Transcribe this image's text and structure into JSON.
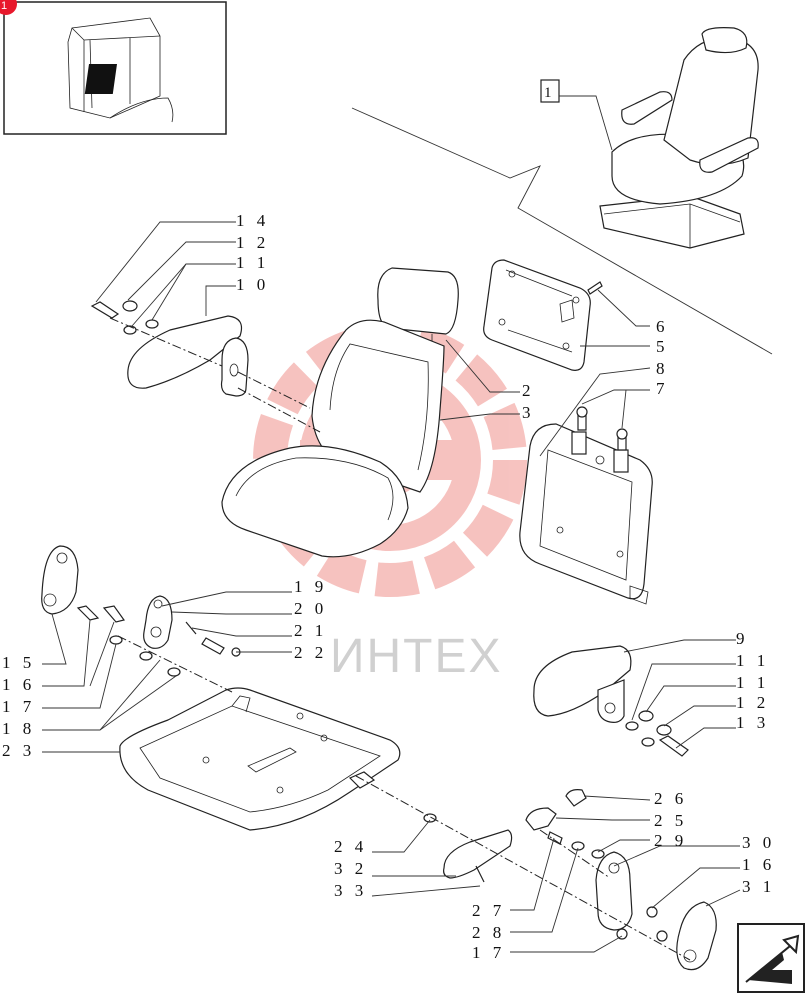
{
  "watermark": "ИНТЕХ",
  "page_badge": "1",
  "ref_box_label": "1",
  "callouts": {
    "c14": "1 4",
    "c12a": "1 2",
    "c11a": "1 1",
    "c10": "1 0",
    "c6": "6",
    "c5": "5",
    "c8": "8",
    "c7": "7",
    "c2": "2",
    "c3": "3",
    "c19": "1 9",
    "c20": "2 0",
    "c21": "2 1",
    "c22": "2 2",
    "c15": "1 5",
    "c16a": "1 6",
    "c17a": "1 7",
    "c18": "1 8",
    "c23": "2 3",
    "c9": "9",
    "c11b": "1 1",
    "c11c": "1 1",
    "c12b": "1 2",
    "c13": "1 3",
    "c26": "2 6",
    "c25": "2 5",
    "c29": "2 9",
    "c30": "3 0",
    "c16b": "1 6",
    "c31": "3 1",
    "c24": "2 4",
    "c32": "3 2",
    "c33": "3 3",
    "c27": "2 7",
    "c28": "2 8",
    "c17b": "1 7"
  },
  "colors": {
    "watermark_red": "#e8524a",
    "badge_red": "#e8192c",
    "ink": "#222222"
  },
  "nav_icon": "arrow-next-icon"
}
